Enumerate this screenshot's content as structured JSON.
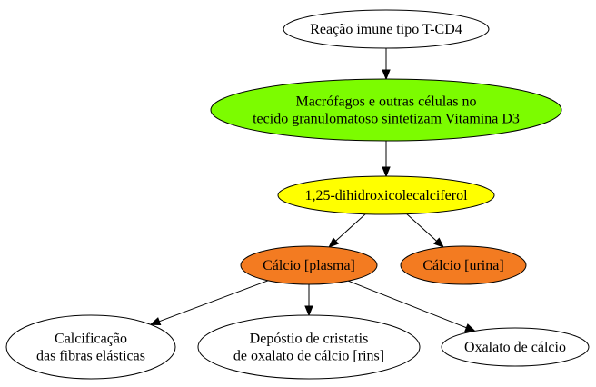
{
  "diagram": {
    "nodes": [
      {
        "id": "n1",
        "lines": [
          "Reação imune tipo T-CD4"
        ],
        "fill": "#ffffff"
      },
      {
        "id": "n2",
        "lines": [
          "Macrófagos e outras células no",
          "tecido granulomatoso sintetizam Vitamina D3"
        ],
        "fill": "#7cfc00"
      },
      {
        "id": "n3",
        "lines": [
          "1,25-dihidroxicolecalciferol"
        ],
        "fill": "#ffff00"
      },
      {
        "id": "n4",
        "lines": [
          "Cálcio [plasma]"
        ],
        "fill": "#f37b21"
      },
      {
        "id": "n5",
        "lines": [
          "Cálcio [urina]"
        ],
        "fill": "#f37b21"
      },
      {
        "id": "n6",
        "lines": [
          "Calcificação",
          "das fibras elásticas"
        ],
        "fill": "#ffffff"
      },
      {
        "id": "n7",
        "lines": [
          "Depóstio de cristatis",
          "de oxalato de cálcio [rins]"
        ],
        "fill": "#ffffff"
      },
      {
        "id": "n8",
        "lines": [
          "Oxalato de cálcio"
        ],
        "fill": "#ffffff"
      }
    ],
    "edges": [
      {
        "from": "n1",
        "to": "n2"
      },
      {
        "from": "n2",
        "to": "n3"
      },
      {
        "from": "n3",
        "to": "n4"
      },
      {
        "from": "n3",
        "to": "n5"
      },
      {
        "from": "n4",
        "to": "n6"
      },
      {
        "from": "n4",
        "to": "n7"
      },
      {
        "from": "n4",
        "to": "n8"
      }
    ]
  }
}
